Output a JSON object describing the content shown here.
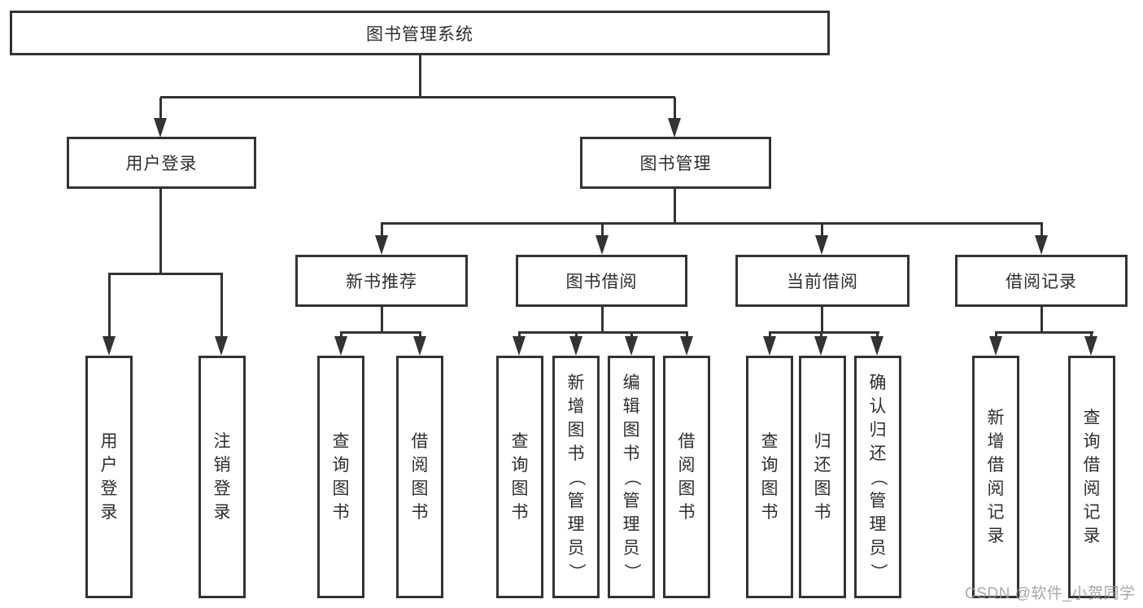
{
  "diagram": {
    "title": "图书管理系统",
    "nodes": {
      "root": "图书管理系统",
      "user_login": "用户登录",
      "book_mgmt": "图书管理",
      "new_book": "新书推荐",
      "borrowing": "图书借阅",
      "current": "当前借阅",
      "records": "借阅记录",
      "leaves": {
        "login": [
          "用户登录",
          "注销登录"
        ],
        "new_book": [
          "查询图书",
          "借阅图书"
        ],
        "borrowing": [
          "查询图书",
          "新增图书（管理员）",
          "编辑图书（管理员）",
          "借阅图书"
        ],
        "current": [
          "查询图书",
          "归还图书",
          "确认归还（管理员）"
        ],
        "records": [
          "新增借阅记录",
          "查询借阅记录"
        ]
      }
    }
  },
  "watermark": {
    "text": "CSDN @软件_小贺同学"
  },
  "colors": {
    "line": "#333333",
    "border": "#333333",
    "text": "#2e2e2e",
    "background": "#ffffff",
    "watermark": "#94989e"
  }
}
